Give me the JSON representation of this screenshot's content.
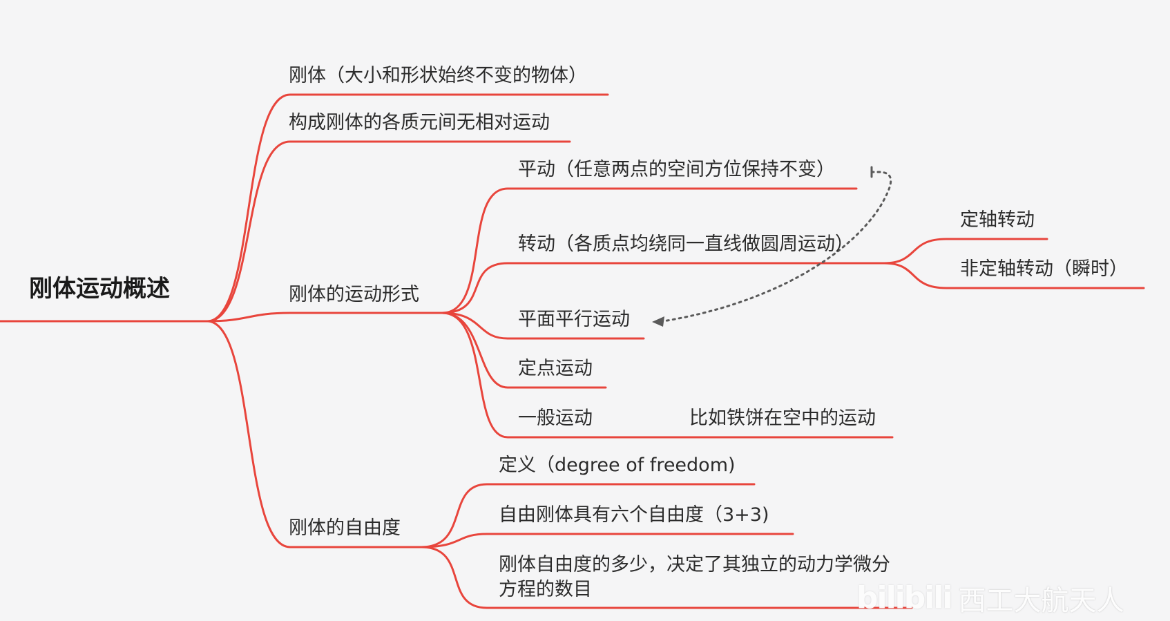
{
  "root": {
    "label": "刚体运动概述"
  },
  "level1": {
    "definition": "刚体（大小和形状始终不变的物体）",
    "no_relative_motion": "构成刚体的各质元间无相对运动",
    "motion_forms": "刚体的运动形式",
    "degrees_of_freedom": "刚体的自由度"
  },
  "motion_forms": {
    "translation": "平动（任意两点的空间方位保持不变）",
    "rotation": "转动（各质点均绕同一直线做圆周运动）",
    "plane_parallel": "平面平行运动",
    "fixed_point": "定点运动",
    "general": "一般运动",
    "general_example": "比如铁饼在空中的运动"
  },
  "rotation_types": {
    "fixed_axis": "定轴转动",
    "non_fixed_axis": "非定轴转动（瞬时）"
  },
  "dof": {
    "definition": "定义（degree of  freedom)",
    "free_body": "自由刚体具有六个自由度（3+3)",
    "significance": "刚体自由度的多少，决定了其独立的动力学微分方程的数目"
  },
  "watermark": {
    "logo": "bilibili",
    "text": "西工大航天人"
  },
  "colors": {
    "branch": "#e8453c",
    "connector": "#5a5a5a",
    "background": "#f5f5f6"
  }
}
